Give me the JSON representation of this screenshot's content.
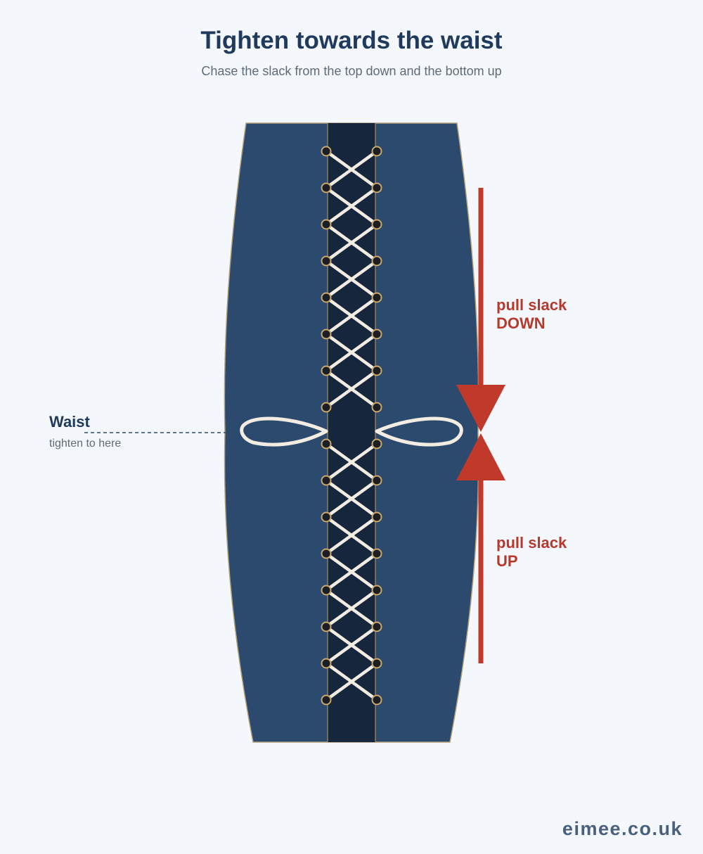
{
  "header": {
    "title": "Tighten towards the waist",
    "subtitle": "Chase the slack from the top down and the bottom up"
  },
  "waist": {
    "label": "Waist",
    "sublabel": "tighten to here"
  },
  "arrows": {
    "top": {
      "line1": "pull slack",
      "line2": "DOWN"
    },
    "bottom": {
      "line1": "pull slack",
      "line2": "UP"
    }
  },
  "brand": "eimee.co.uk",
  "lacing": {
    "eyelet_pairs": 16,
    "bow_after_pair": 8
  },
  "colors": {
    "background": "#f4f7fb",
    "corset_panel": "#2b4a6e",
    "corset_outline": "#b5a27c",
    "center_strip": "#15263d",
    "lace": "#f2ece2",
    "eyelet_ring": "#c9a86a",
    "eyelet_hole": "#1b1e25",
    "arrow": "#c0392b",
    "accent_text": "#b8392c",
    "title_text": "#1f3a5c",
    "muted_text": "#5e6b78",
    "brand_text": "#4a607b"
  }
}
